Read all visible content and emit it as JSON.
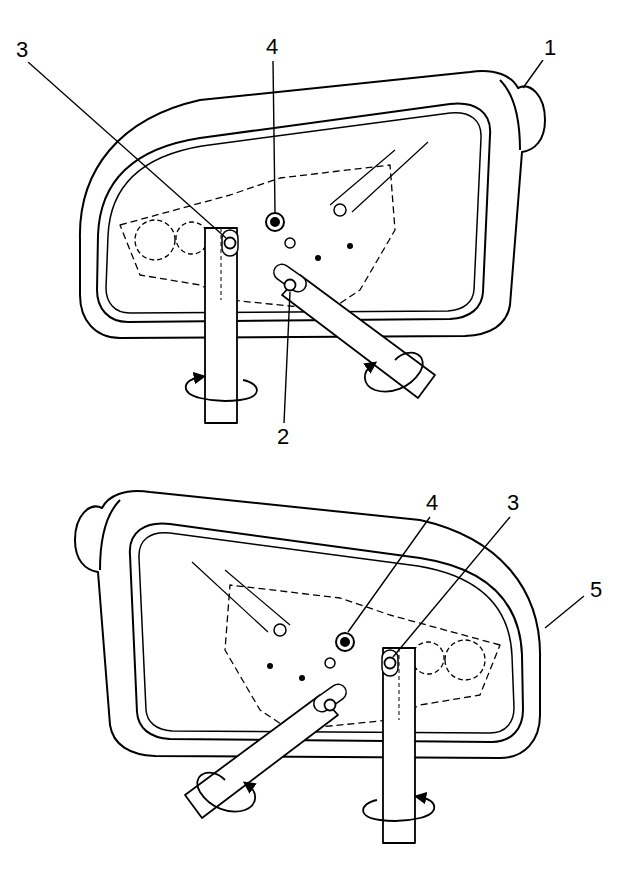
{
  "diagram": {
    "labels": [
      "3",
      "4",
      "1",
      "2",
      "4",
      "3",
      "5"
    ]
  }
}
